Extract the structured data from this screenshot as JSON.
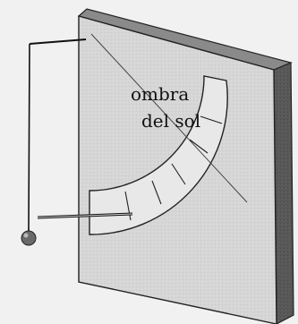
{
  "diagram": {
    "labels": {
      "line1": "ombra",
      "line2": "del sol"
    },
    "scale_ticks_count": 5
  },
  "colors": {
    "background": "#f1f1f1",
    "board_front": "#d6d6d6",
    "board_side": "#585858",
    "board_top": "#8a8a8a",
    "scale_fill": "#e8e8e8",
    "ink": "#111111"
  }
}
